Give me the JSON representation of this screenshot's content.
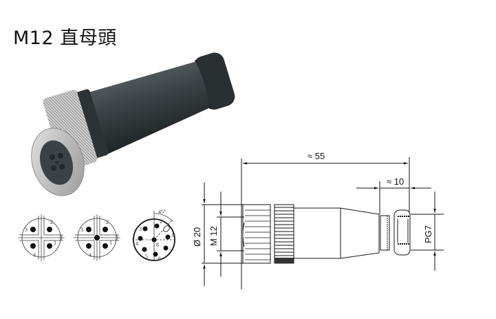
{
  "title": "M12 直母頭",
  "product_photo": {
    "name": "M12 female straight connector",
    "colors": {
      "body": "#3a4044",
      "body_dark": "#23282b",
      "nut_metal": "#c9c9c9",
      "nut_metal_dark": "#8e8e8e"
    }
  },
  "pin_layouts": [
    {
      "id": "4-pin",
      "pins": [
        "1",
        "2",
        "3",
        "4"
      ],
      "center_pin": false
    },
    {
      "id": "5-pin",
      "pins": [
        "1",
        "2",
        "3",
        "4"
      ],
      "center_pin": true
    },
    {
      "id": "8-pin",
      "pins": [
        "1",
        "2",
        "3",
        "4",
        "5",
        "6",
        "7",
        "8"
      ],
      "angle_label": "45°"
    }
  ],
  "dimensions": {
    "overall_length": "≈ 55",
    "gland_length": "≈ 10",
    "outer_diameter": "Ø 20",
    "thread": "M 12",
    "cable_gland": "PG7"
  }
}
